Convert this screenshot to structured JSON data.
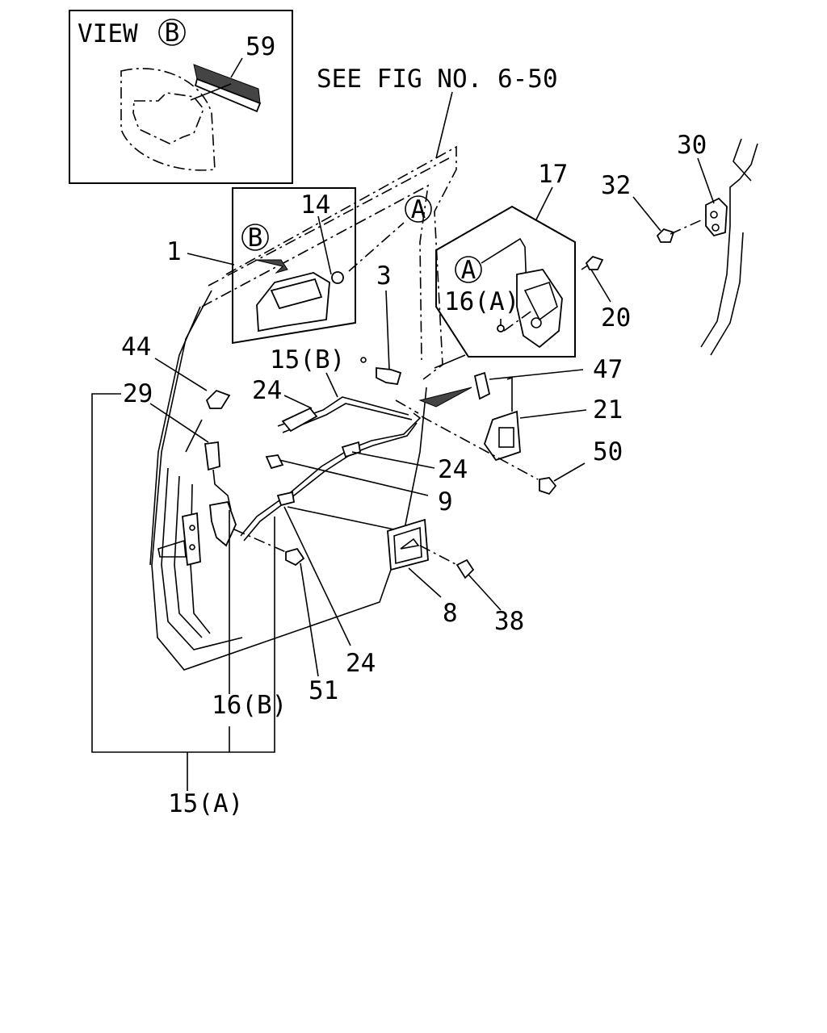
{
  "diagram": {
    "view_label": "VIEW",
    "view_mark": "B",
    "see_fig": "SEE FIG NO. 6-50",
    "marks": {
      "a": "A",
      "b": "B"
    },
    "callouts": {
      "c59": "59",
      "c17": "17",
      "c30": "30",
      "c32": "32",
      "c14": "14",
      "c1": "1",
      "c3": "3",
      "c16a": "16(A)",
      "c20": "20",
      "c44": "44",
      "c15b": "15(B)",
      "c47": "47",
      "c29": "29",
      "c24a": "24",
      "c21": "21",
      "c50": "50",
      "c24b": "24",
      "c9": "9",
      "c8": "8",
      "c38": "38",
      "c24c": "24",
      "c51": "51",
      "c16b": "16(B)",
      "c15a": "15(A)"
    }
  }
}
